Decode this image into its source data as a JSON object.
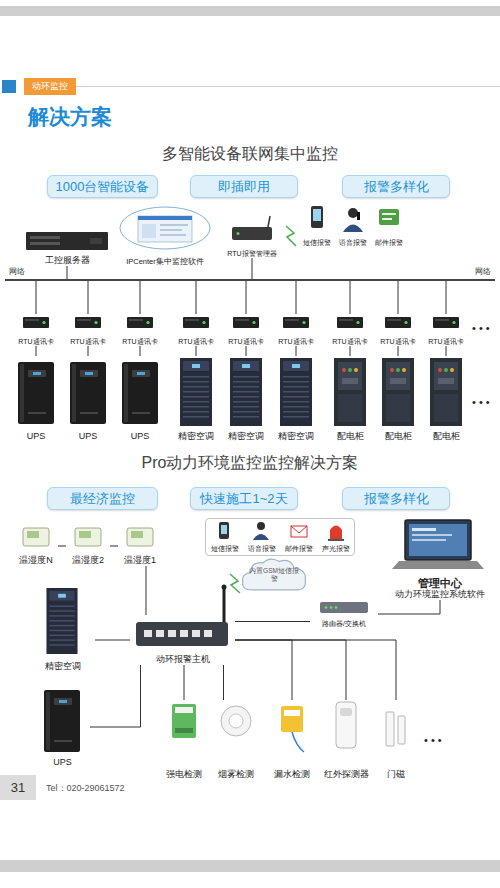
{
  "diagram": {
    "title": "解决方案",
    "nodes": [
      {
        "text": [
          "1000台智能设备"
        ]
      },
      {
        "text": [
          "即插即用"
        ]
      },
      {
        "text": [
          "报警多样化"
        ]
      },
      {
        "text": [
          "工控服务器"
        ]
      },
      {
        "text": [
          "IPCenter集中监控软件"
        ]
      },
      {
        "text": [
          "RTU报警管理器"
        ]
      },
      {
        "text": [
          "短信报警"
        ]
      },
      {
        "text": [
          "语音报警"
        ]
      },
      {
        "text": [
          "邮件报警"
        ]
      },
      {
        "text": [
          "网络",
          "网络"
        ]
      },
      {
        "text": [
          "RTU通讯卡"
        ]
      },
      {
        "text": [
          "RTU通讯卡"
        ]
      },
      {
        "text": [
          "RTU通讯卡"
        ]
      },
      {
        "text": [
          "RTU通讯卡"
        ]
      },
      {
        "text": [
          "RTU通讯卡"
        ]
      },
      {
        "text": [
          "RTU通讯卡"
        ]
      },
      {
        "text": [
          "RTU通讯卡"
        ]
      },
      {
        "text": [
          "RTU通讯卡"
        ]
      },
      {
        "text": [
          "RTU通讯卡"
        ]
      },
      {
        "text": [
          "UPS"
        ]
      },
      {
        "text": [
          "UPS"
        ]
      },
      {
        "text": [
          "UPS"
        ]
      },
      {
        "text": [
          "精密空调"
        ]
      },
      {
        "text": [
          "精密空调"
        ]
      },
      {
        "text": [
          "精密空调"
        ]
      },
      {
        "text": [
          "配电柜"
        ]
      },
      {
        "text": [
          "配电柜"
        ]
      },
      {
        "text": [
          "配电柜"
        ]
      },
      {
        "text": [
          "最经济监控"
        ]
      },
      {
        "text": [
          "快速施工1~2天"
        ]
      },
      {
        "text": [
          "报警多样化"
        ]
      },
      {
        "text": [
          "短信报警",
          "语音报警",
          "邮件报警",
          "声光报警"
        ]
      },
      {
        "text": [
          "温湿度N"
        ]
      },
      {
        "text": [
          "温湿度2"
        ]
      },
      {
        "text": [
          "温湿度1"
        ]
      },
      {
        "text": [
          "内置GSM短信报警"
        ]
      },
      {
        "text": [
          "管理中心",
          "动力环境监控系统软件"
        ]
      },
      {
        "text": [
          "精密空调"
        ]
      },
      {
        "text": [
          "动环报警主机"
        ]
      },
      {
        "text": [
          "路由器/交换机"
        ]
      },
      {
        "text": [
          "UPS"
        ]
      },
      {
        "text": [
          "强电检测"
        ]
      },
      {
        "text": [
          "烟雾检测"
        ]
      },
      {
        "text": [
          "漏水检测"
        ]
      },
      {
        "text": [
          "红外探测器"
        ]
      },
      {
        "text": [
          "门磁"
        ]
      }
    ],
    "edges": [
      {
        "from": 3,
        "to": 9,
        "arrow": "none"
      },
      {
        "from": 5,
        "to": 9,
        "arrow": "none"
      },
      {
        "from": 9,
        "to": 10,
        "arrow": "none"
      },
      {
        "from": 9,
        "to": 11,
        "arrow": "none"
      },
      {
        "from": 9,
        "to": 12,
        "arrow": "none"
      },
      {
        "from": 9,
        "to": 13,
        "arrow": "none"
      },
      {
        "from": 9,
        "to": 14,
        "arrow": "none"
      },
      {
        "from": 9,
        "to": 15,
        "arrow": "none"
      },
      {
        "from": 9,
        "to": 16,
        "arrow": "none"
      },
      {
        "from": 9,
        "to": 17,
        "arrow": "none"
      },
      {
        "from": 9,
        "to": 18,
        "arrow": "none"
      },
      {
        "from": 10,
        "to": 19,
        "arrow": "none"
      },
      {
        "from": 11,
        "to": 20,
        "arrow": "none"
      },
      {
        "from": 12,
        "to": 21,
        "arrow": "none"
      },
      {
        "from": 13,
        "to": 22,
        "arrow": "none"
      },
      {
        "from": 14,
        "to": 23,
        "arrow": "none"
      },
      {
        "from": 15,
        "to": 24,
        "arrow": "none"
      },
      {
        "from": 16,
        "to": 25,
        "arrow": "none"
      },
      {
        "from": 17,
        "to": 26,
        "arrow": "none"
      },
      {
        "from": 18,
        "to": 27,
        "arrow": "none"
      },
      {
        "from": 32,
        "to": 33,
        "arrow": "none"
      },
      {
        "from": 33,
        "to": 34,
        "arrow": "none"
      },
      {
        "from": 34,
        "to": 38,
        "arrow": "none"
      },
      {
        "from": 37,
        "to": 38,
        "arrow": "none"
      },
      {
        "from": 40,
        "to": 38,
        "arrow": "none"
      },
      {
        "from": 38,
        "to": 39,
        "arrow": "none"
      },
      {
        "from": 39,
        "to": 36,
        "arrow": "none"
      },
      {
        "from": 38,
        "to": 41,
        "arrow": "none"
      },
      {
        "from": 38,
        "to": 42,
        "arrow": "none"
      },
      {
        "from": 38,
        "to": 43,
        "arrow": "none"
      },
      {
        "from": 38,
        "to": 44,
        "arrow": "none"
      },
      {
        "from": 38,
        "to": 45,
        "arrow": "none"
      }
    ],
    "labels": [
      "动环监控",
      "多智能设备联网集中监控",
      "• • •",
      "• • •",
      "Pro动力环境监控监控解决方案",
      "• • •",
      "31",
      "Tel：020-29061572"
    ]
  }
}
